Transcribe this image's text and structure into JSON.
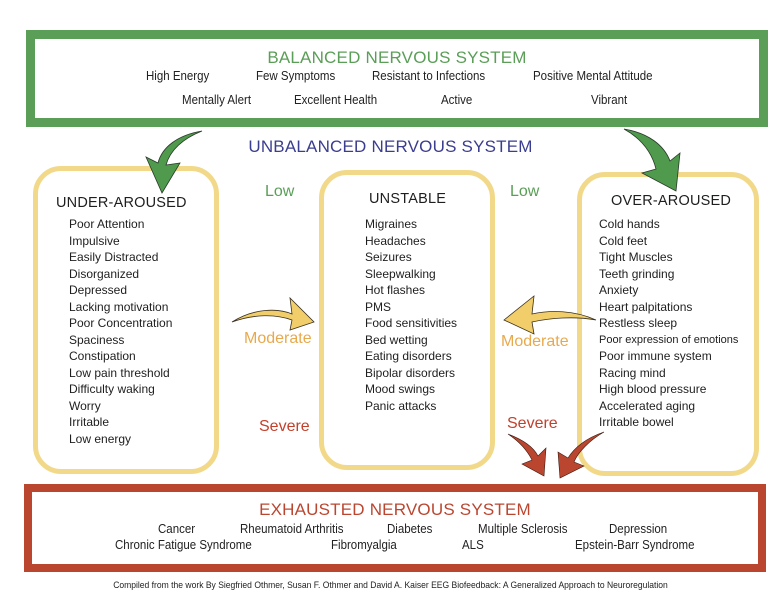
{
  "balanced": {
    "title": "BALANCED NERVOUS SYSTEM",
    "row1": [
      "High Energy",
      "Few Symptoms",
      "Resistant to Infections",
      "Positive Mental Attitude"
    ],
    "row2": [
      "Mentally Alert",
      "Excellent Health",
      "Active",
      "Vibrant"
    ],
    "color": "#5a9e57"
  },
  "unbalanced": {
    "title": "UNBALANCED NERVOUS SYSTEM",
    "color": "#3b3d8f"
  },
  "columns": {
    "under": {
      "title": "UNDER-AROUSED",
      "items": [
        "Poor Attention",
        "Impulsive",
        "Easily Distracted",
        "Disorganized",
        "Depressed",
        "Lacking motivation",
        "Poor Concentration",
        "Spaciness",
        "Constipation",
        "Low pain threshold",
        "Difficulty waking",
        "Worry",
        "Irritable",
        "Low energy"
      ]
    },
    "unstable": {
      "title": "UNSTABLE",
      "items": [
        "Migraines",
        "Headaches",
        "Seizures",
        "Sleepwalking",
        "Hot flashes",
        "PMS",
        "Food sensitivities",
        "Bed wetting",
        "Eating disorders",
        "Bipolar disorders",
        "Mood swings",
        "Panic attacks"
      ]
    },
    "over": {
      "title": "OVER-AROUSED",
      "items": [
        "Cold hands",
        "Cold feet",
        "Tight Muscles",
        "Teeth grinding",
        "Anxiety",
        "Heart palpitations",
        "Restless sleep",
        "Poor expression of emotions",
        "Poor immune system",
        "Racing mind",
        "High blood pressure",
        "Accelerated aging",
        "Irritable bowel"
      ]
    }
  },
  "levels": {
    "low": "Low",
    "moderate": "Moderate",
    "severe": "Severe",
    "colors": {
      "low": "#5a9e57",
      "moderate": "#e8a94c",
      "severe": "#c2412d"
    }
  },
  "exhausted": {
    "title": "EXHAUSTED NERVOUS SYSTEM",
    "row1": [
      "Cancer",
      "Rheumatoid Arthritis",
      "Diabetes",
      "Multiple Sclerosis",
      "Depression"
    ],
    "row2": [
      "Chronic Fatigue Syndrome",
      "Fibromyalgia",
      "ALS",
      "Epstein-Barr Syndrome"
    ],
    "color": "#bb4630"
  },
  "footer": "Compiled from the work By Siegfried Othmer, Susan F. Othmer and David A. Kaiser EEG Biofeedback: A Generalized Approach to Neuroregulation",
  "icons": {
    "green_arrow": "curved-arrow-down",
    "yellow_arrow": "curved-arrow-horizontal",
    "red_arrow": "curved-arrow-down"
  }
}
